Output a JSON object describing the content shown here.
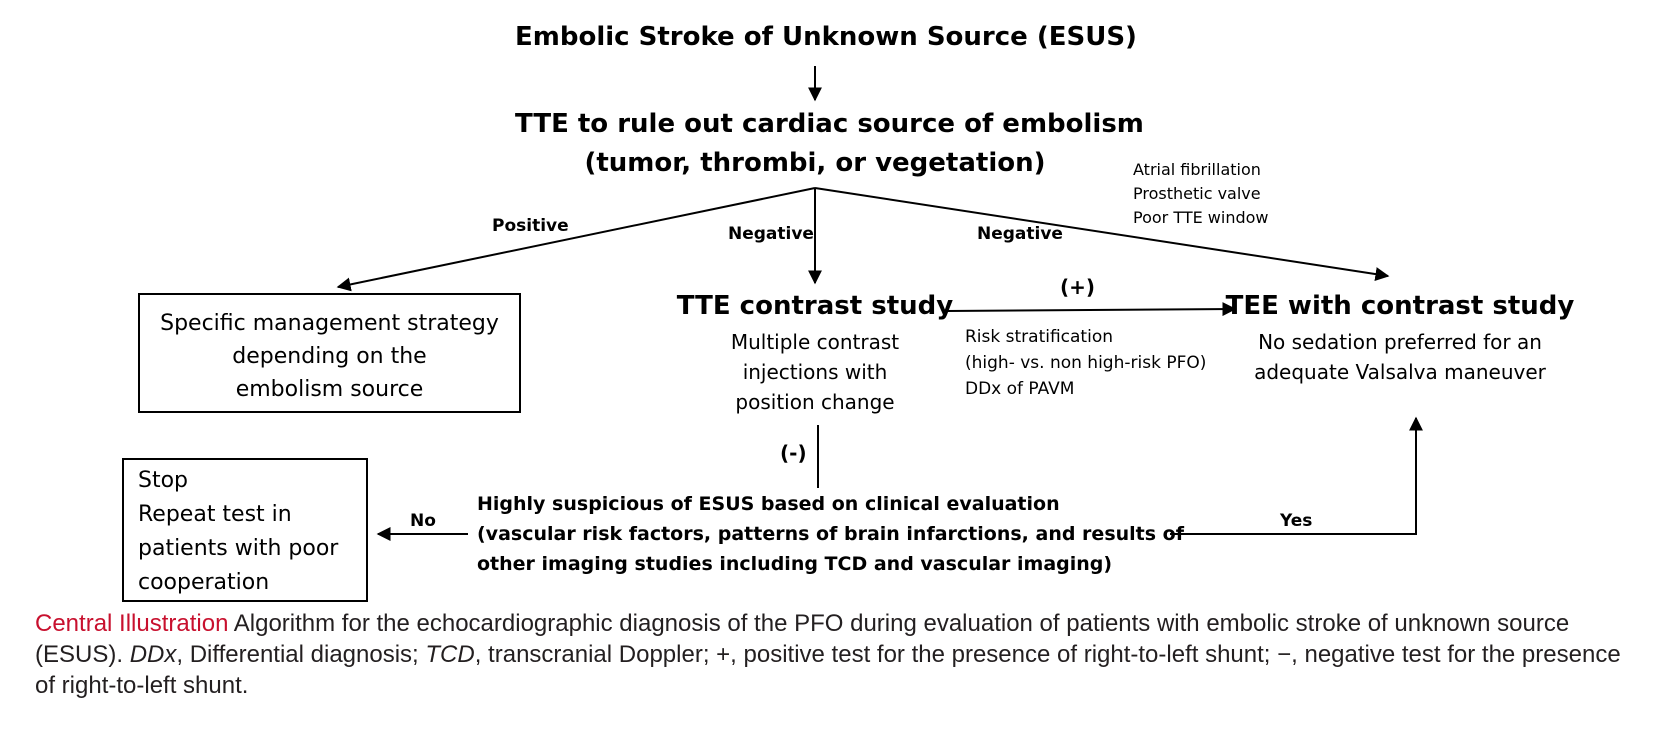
{
  "title": "Embolic Stroke of Unknown Source (ESUS)",
  "tte": {
    "line1": "TTE to rule out cardiac source of embolism",
    "line2": "(tumor, thrombi, or vegetation)"
  },
  "edge_labels": {
    "positive": "Positive",
    "negative_center": "Negative",
    "negative_right": "Negative",
    "plus": "(+)",
    "minus": "(-)",
    "no": "No",
    "yes": "Yes"
  },
  "indications": [
    "Atrial fibrillation",
    "Prosthetic valve",
    "Poor TTE window"
  ],
  "specific_box": [
    "Specific management strategy",
    "depending on the",
    "embolism source"
  ],
  "tte_contrast": {
    "title": "TTE contrast study",
    "lines": [
      "Multiple contrast",
      "injections with",
      "position change"
    ]
  },
  "risk": [
    "Risk stratification",
    "(high- vs. non high-risk PFO)",
    "DDx of PAVM"
  ],
  "tee": {
    "title": "TEE with contrast study",
    "lines": [
      "No sedation preferred for an",
      "adequate Valsalva maneuver"
    ]
  },
  "stop_box": [
    "Stop",
    "Repeat test in",
    "patients with poor",
    "cooperation"
  ],
  "suspicion": [
    "Highly suspicious of ESUS based on clinical evaluation",
    "(vascular risk factors, patterns of brain infarctions, and results of",
    "other imaging studies including TCD and vascular imaging)"
  ],
  "caption": {
    "heading": "Central Illustration",
    "text_a": "  Algorithm for the echocardiographic diagnosis of the PFO during evaluation of patients with embolic stroke of unknown source (ESUS). ",
    "ddx_abbr": "DDx",
    "text_b": ", Differential diagnosis; ",
    "tcd_abbr": "TCD",
    "text_c": ", transcranial Doppler; +, positive test for the presence of right-to-left shunt; −, negative test for the presence of right-to-left shunt."
  }
}
